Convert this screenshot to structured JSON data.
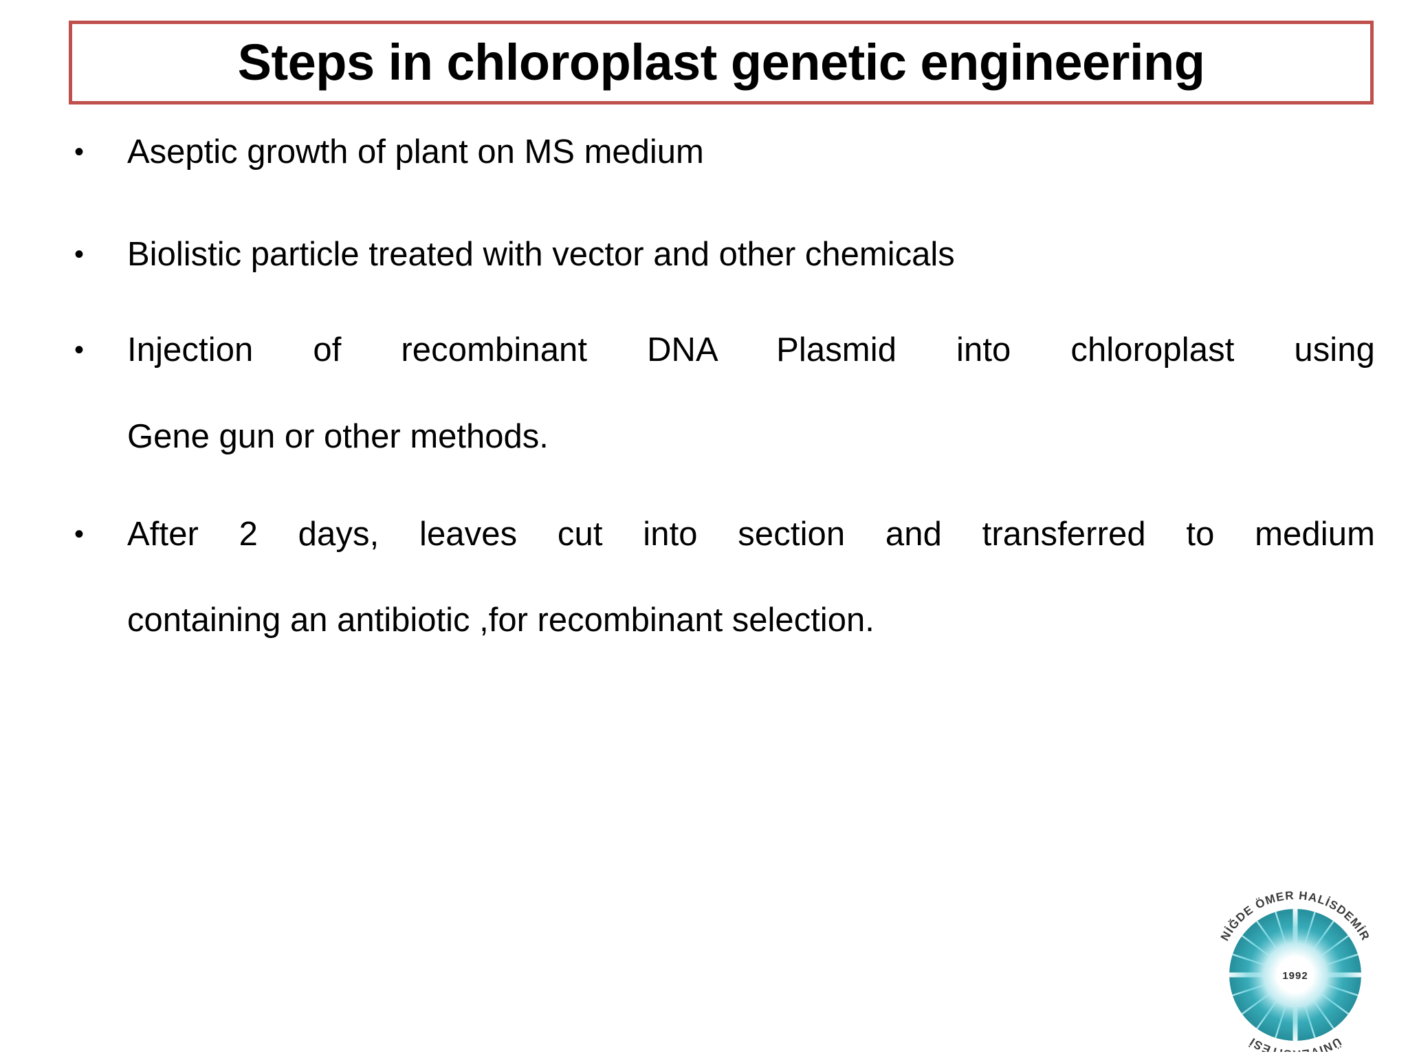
{
  "slide": {
    "title": "Steps in chloroplast genetic engineering",
    "bullet_marker": "•",
    "bullets": [
      {
        "id": "bullet-aseptic-growth",
        "lines": [
          "  Aseptic  growth of plant  on MS medium"
        ]
      },
      {
        "id": "bullet-biolistic-particle",
        "lines": [
          "Biolistic particle treated with vector and other chemicals"
        ]
      },
      {
        "id": "bullet-injection-recombinant-dna",
        "lines": [
          "Injection of recombinant DNA Plasmid into chloroplast using",
          "Gene gun or other methods."
        ]
      },
      {
        "id": "bullet-after-2-days",
        "lines": [
          " After 2 days, leaves cut into section and transferred to medium",
          "containing an antibiotic ,for recombinant selection."
        ]
      }
    ]
  },
  "logo": {
    "name": "nigde-omer-halisdemir-universitesi-logo",
    "arc_top_text": "NİĞDE ÖMER HALİSDEMİR",
    "arc_bottom_text": "ÜNİVERSİTESİ",
    "center_year": "1992",
    "teal": "#238A97",
    "teal_light": "#49C5D2"
  },
  "colors": {
    "title_border": "#C0504D",
    "text": "#000000",
    "background": "#FFFFFF"
  }
}
